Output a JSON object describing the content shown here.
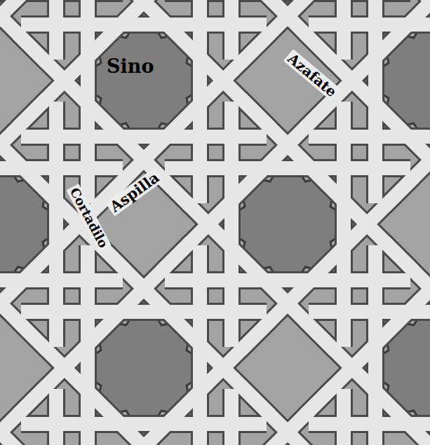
{
  "diagram": {
    "labels": [
      "Sino",
      "Azafate",
      "Aspilla",
      "Cortadilo"
    ]
  }
}
